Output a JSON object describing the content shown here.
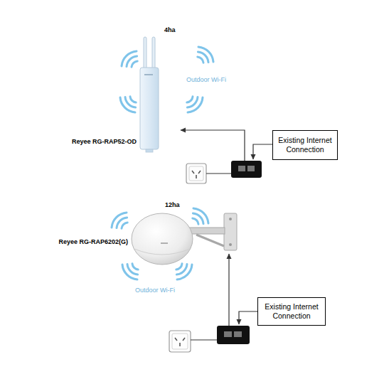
{
  "diagram": {
    "nodes": [
      {
        "text": [
          "Existing Internet Connection"
        ]
      },
      {
        "text": [
          "Existing Internet Connection"
        ]
      }
    ],
    "labels": [
      "4ha",
      "Outdoor Wi-Fi",
      "Reyee RG-RAP52-OD",
      "12ha",
      "Reyee RG-RAP6202(G)",
      "Outdoor Wi-Fi"
    ]
  }
}
